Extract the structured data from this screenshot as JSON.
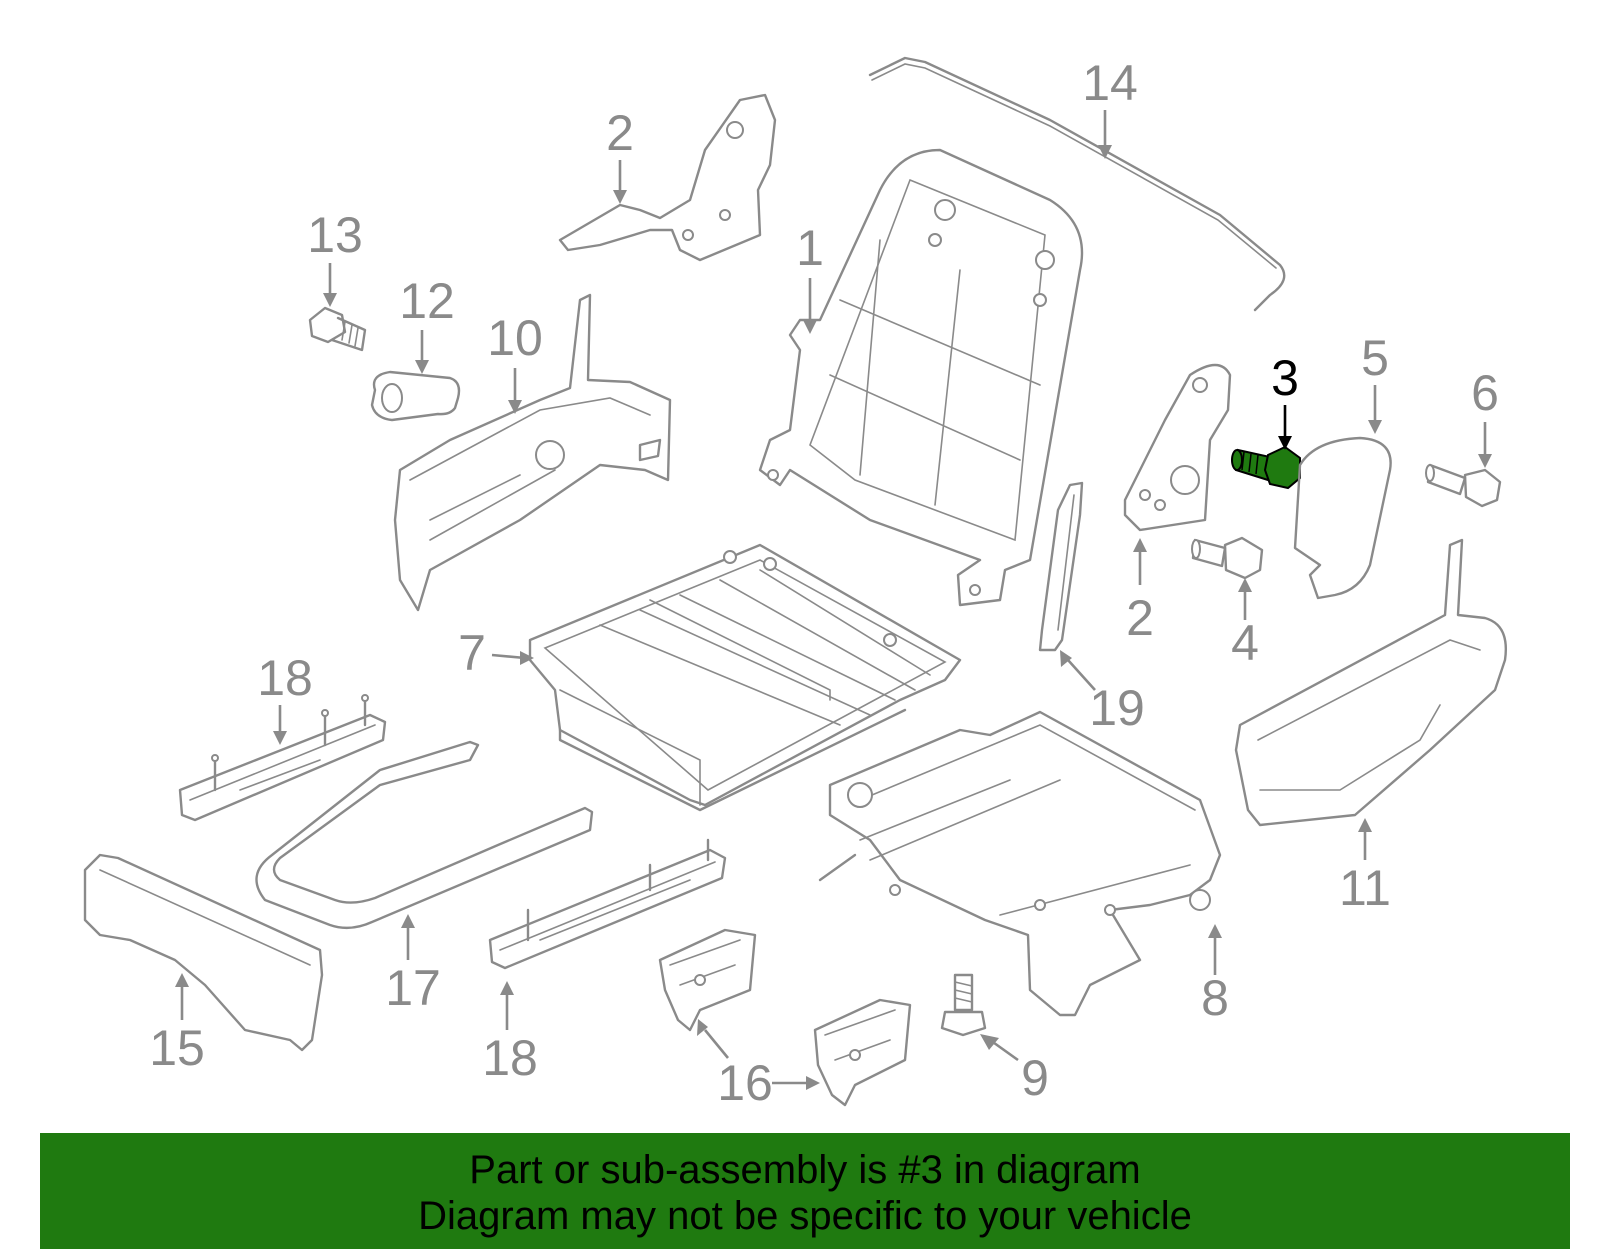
{
  "diagram": {
    "highlight_color": "#1f7a10",
    "part_color": "#8a8a8a",
    "selected_part": "3",
    "callouts": [
      {
        "id": "c1",
        "label": "1"
      },
      {
        "id": "c2a",
        "label": "2"
      },
      {
        "id": "c2b",
        "label": "2"
      },
      {
        "id": "c3",
        "label": "3"
      },
      {
        "id": "c4",
        "label": "4"
      },
      {
        "id": "c5",
        "label": "5"
      },
      {
        "id": "c6",
        "label": "6"
      },
      {
        "id": "c7",
        "label": "7"
      },
      {
        "id": "c8",
        "label": "8"
      },
      {
        "id": "c9",
        "label": "9"
      },
      {
        "id": "c10",
        "label": "10"
      },
      {
        "id": "c11",
        "label": "11"
      },
      {
        "id": "c12",
        "label": "12"
      },
      {
        "id": "c13",
        "label": "13"
      },
      {
        "id": "c14",
        "label": "14"
      },
      {
        "id": "c15",
        "label": "15"
      },
      {
        "id": "c16",
        "label": "16"
      },
      {
        "id": "c17",
        "label": "17"
      },
      {
        "id": "c18a",
        "label": "18"
      },
      {
        "id": "c18b",
        "label": "18"
      },
      {
        "id": "c19",
        "label": "19"
      }
    ]
  },
  "footer": {
    "background": "#1f7a10",
    "line1": "Part or sub-assembly is #3 in diagram",
    "line2": "Diagram may not be specific to your vehicle"
  }
}
